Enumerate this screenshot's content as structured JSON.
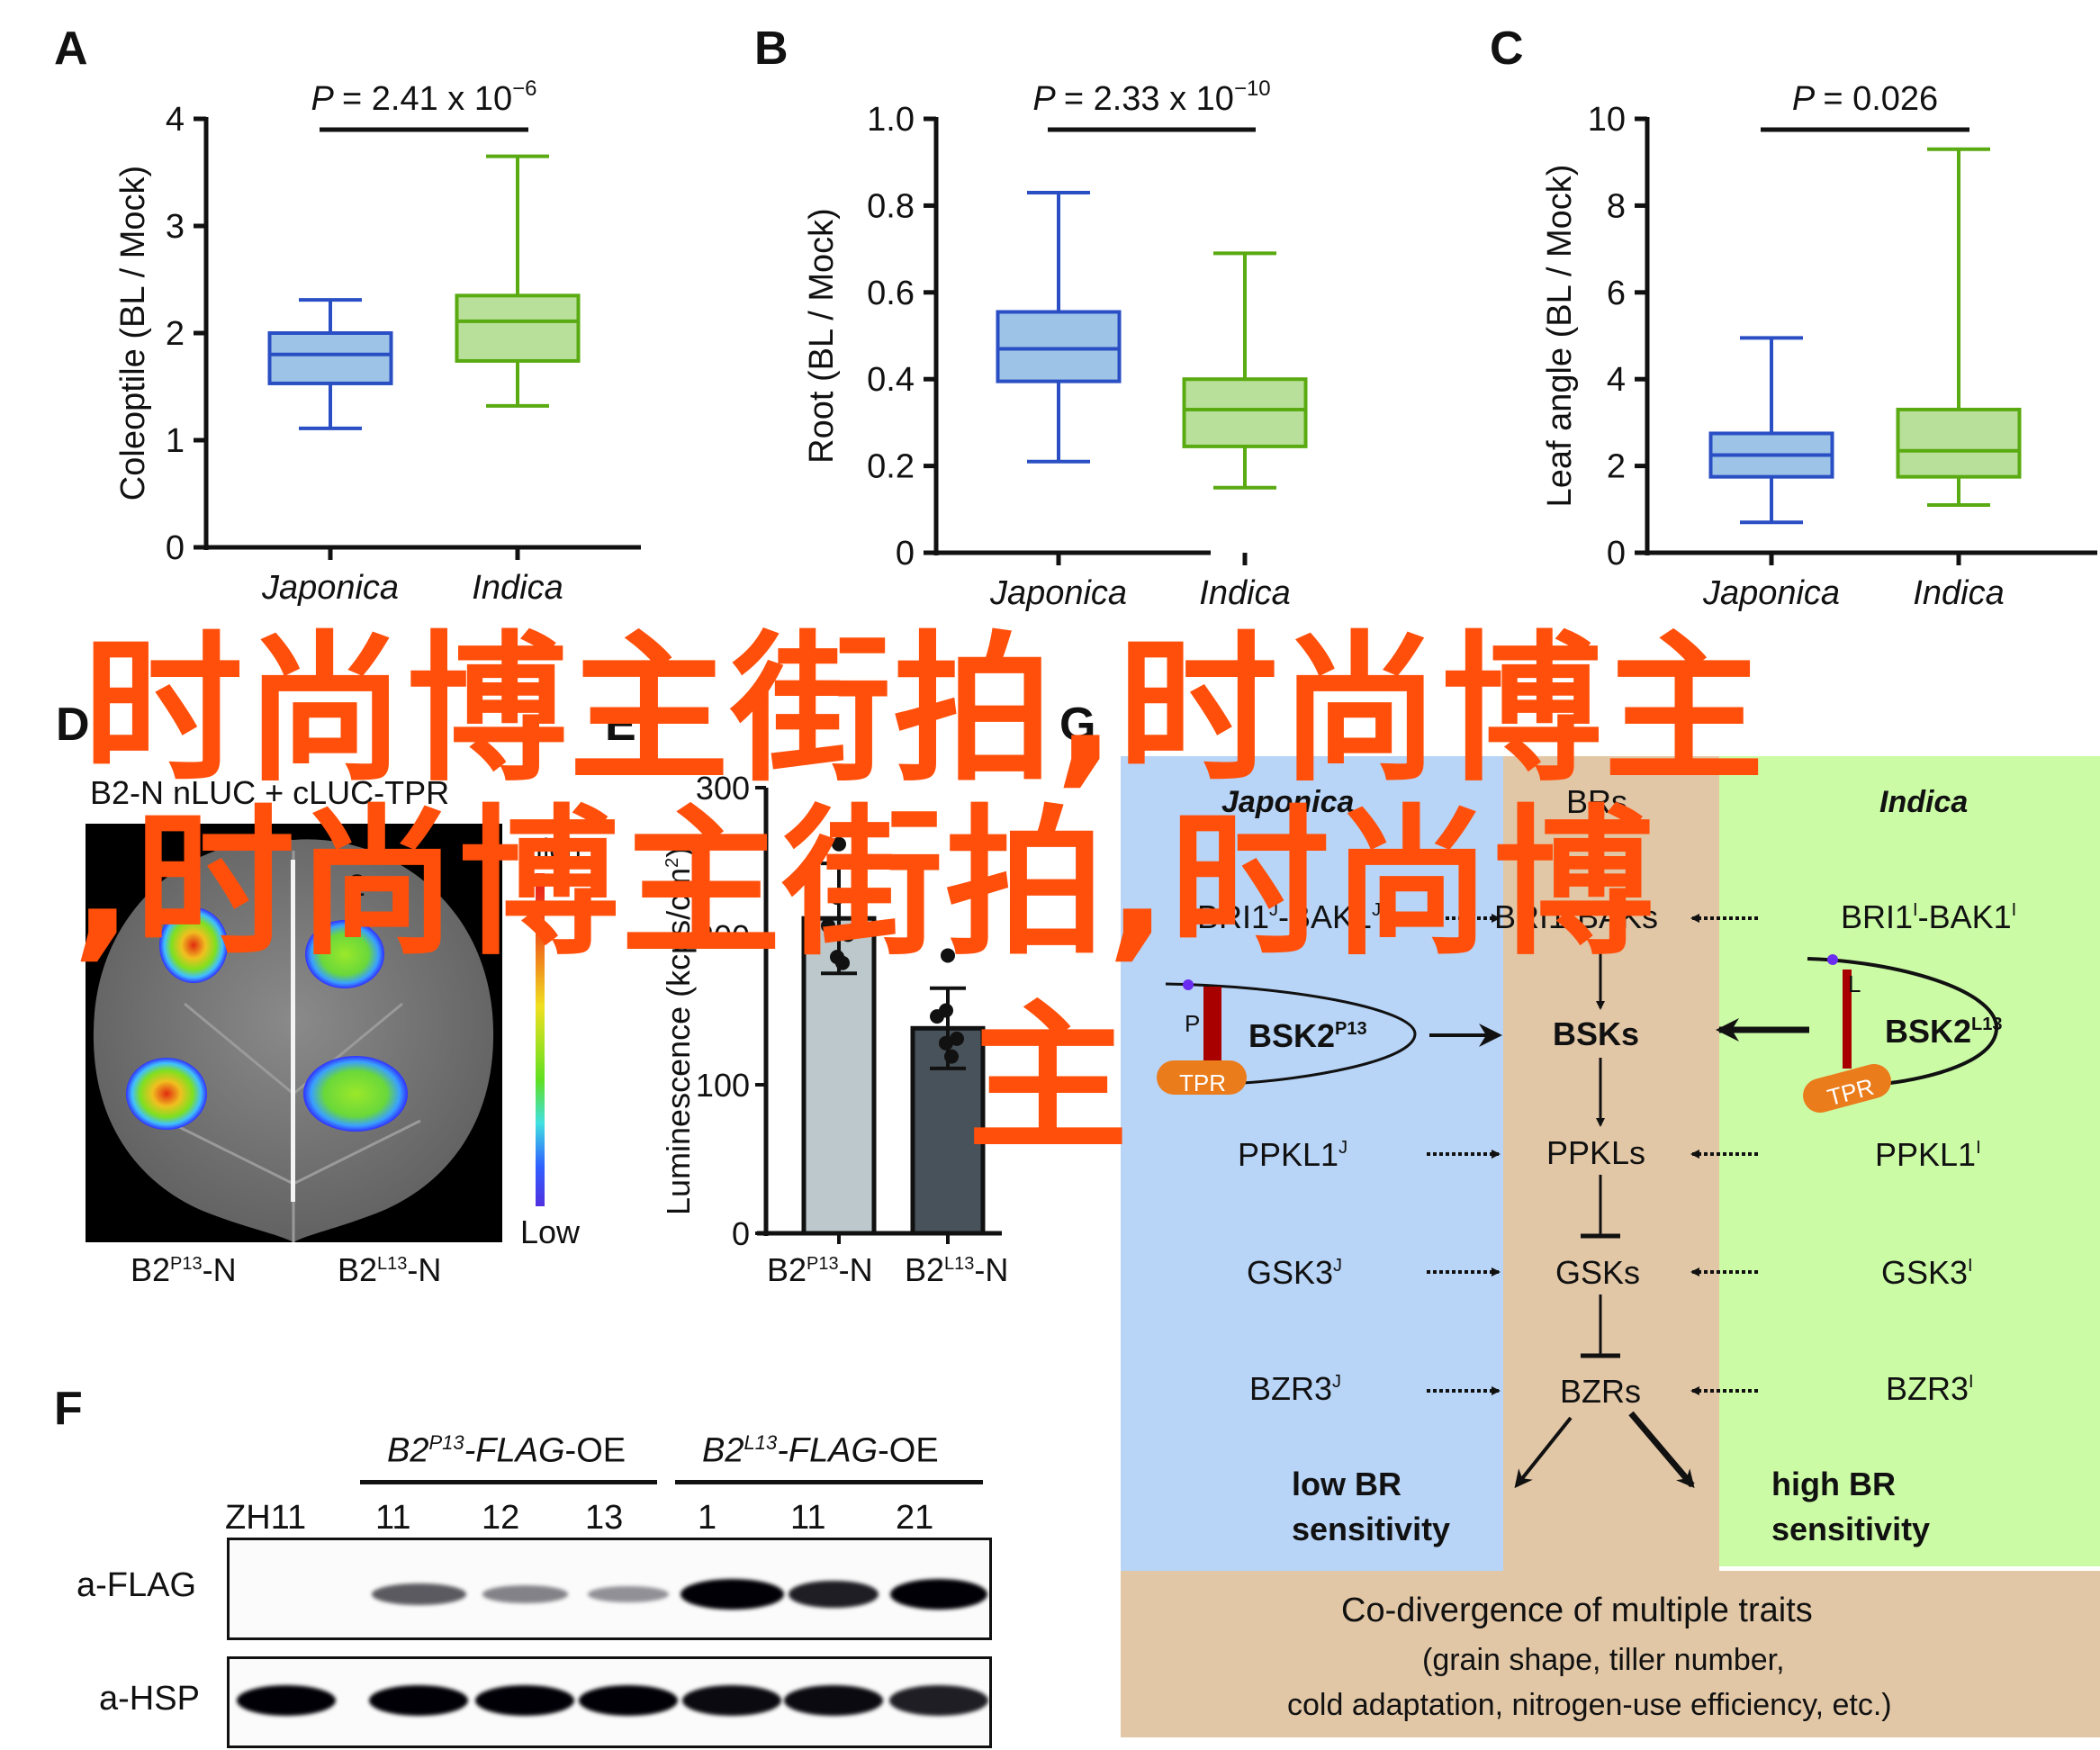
{
  "figure": {
    "panels": {
      "A": {
        "letter": "A"
      },
      "B": {
        "letter": "B"
      },
      "C": {
        "letter": "C"
      },
      "D": {
        "letter": "D"
      },
      "E": {
        "letter": "E"
      },
      "F": {
        "letter": "F"
      },
      "G": {
        "letter": "G"
      }
    }
  },
  "chart_data": [
    {
      "id": "A",
      "type": "box",
      "title": "",
      "annotation": {
        "p_label": "P",
        "p_value": "= 2.41 x 10",
        "p_exp": "−6"
      },
      "ylabel": "Coleoptile (BL / Mock)",
      "xlabel": "",
      "ylim": [
        0,
        4
      ],
      "yticks": [
        0,
        1,
        2,
        3,
        4
      ],
      "ytick_labels": [
        "0",
        "1",
        "2",
        "3",
        "4"
      ],
      "categories": [
        "Japonica",
        "Indica"
      ],
      "series": [
        {
          "name": "Japonica",
          "color": "#2a4fc4",
          "fill": "#9dc3e6",
          "min": 1.11,
          "q1": 1.53,
          "median": 1.8,
          "q3": 2.0,
          "max": 2.31
        },
        {
          "name": "Indica",
          "color": "#5aaa12",
          "fill": "#b9e09a",
          "min": 1.32,
          "q1": 1.74,
          "median": 2.11,
          "q3": 2.35,
          "max": 3.65
        }
      ]
    },
    {
      "id": "B",
      "type": "box",
      "annotation": {
        "p_label": "P",
        "p_value": "= 2.33 x 10",
        "p_exp": "−10"
      },
      "ylabel": "Root (BL / Mock)",
      "ylim": [
        0,
        1.0
      ],
      "yticks": [
        0,
        0.2,
        0.4,
        0.6,
        0.8,
        1.0
      ],
      "ytick_labels": [
        "0",
        "0.2",
        "0.4",
        "0.6",
        "0.8",
        "1.0"
      ],
      "categories": [
        "Japonica",
        "Indica"
      ],
      "series": [
        {
          "name": "Japonica",
          "color": "#2a4fc4",
          "fill": "#9dc3e6",
          "min": 0.21,
          "q1": 0.395,
          "median": 0.47,
          "q3": 0.555,
          "max": 0.83
        },
        {
          "name": "Indica",
          "color": "#5aaa12",
          "fill": "#b9e09a",
          "min": 0.15,
          "q1": 0.245,
          "median": 0.33,
          "q3": 0.4,
          "max": 0.69
        }
      ]
    },
    {
      "id": "C",
      "type": "box",
      "annotation": {
        "p_label": "P",
        "p_value": "= 0.026",
        "p_exp": ""
      },
      "ylabel": "Leaf angle (BL / Mock)",
      "ylim": [
        0,
        10
      ],
      "yticks": [
        0,
        2,
        4,
        6,
        8,
        10
      ],
      "ytick_labels": [
        "0",
        "2",
        "4",
        "6",
        "8",
        "10"
      ],
      "categories": [
        "Japonica",
        "Indica"
      ],
      "series": [
        {
          "name": "Japonica",
          "color": "#2a4fc4",
          "fill": "#9dc3e6",
          "min": 0.7,
          "q1": 1.75,
          "median": 2.25,
          "q3": 2.75,
          "max": 4.95
        },
        {
          "name": "Indica",
          "color": "#5aaa12",
          "fill": "#b9e09a",
          "min": 1.1,
          "q1": 1.75,
          "median": 2.35,
          "q3": 3.3,
          "max": 9.3
        }
      ]
    },
    {
      "id": "E",
      "type": "bar",
      "ylabel": "Luminescence (kcps/cm",
      "ylabel_sup": "2",
      "ylabel_end": ")",
      "ylim": [
        0,
        300
      ],
      "yticks": [
        0,
        100,
        200,
        300
      ],
      "ytick_labels": [
        "0",
        "100",
        "200",
        "300"
      ],
      "categories": [
        {
          "base": "B2",
          "sup": "P13",
          "suffix": "-N"
        },
        {
          "base": "B2",
          "sup": "L13",
          "suffix": "-N"
        }
      ],
      "series": [
        {
          "name": "B2P13-N",
          "value": 212,
          "error": 37,
          "fill": "#bcc8cc",
          "points": [
            262,
            226,
            207,
            201,
            186,
            182
          ]
        },
        {
          "name": "B2L13-N",
          "value": 138,
          "error": 27,
          "fill": "#48525a",
          "points": [
            187,
            150,
            146,
            131,
            128,
            119
          ]
        }
      ]
    }
  ],
  "panel_d": {
    "title": "B2-N nLUC + cLUC-TPR",
    "spot_labels": [
      "1",
      "2"
    ],
    "colorbar_high": "High",
    "colorbar_low": "Low",
    "lane_labels": [
      {
        "base": "B2",
        "sup": "P13",
        "suffix": "-N"
      },
      {
        "base": "B2",
        "sup": "L13",
        "suffix": "-N"
      }
    ]
  },
  "panel_f": {
    "group1": {
      "base": "B2",
      "sup": "P13",
      "suffix": "-FLAG",
      "tail": "-OE"
    },
    "group2": {
      "base": "B2",
      "sup": "L13",
      "suffix": "-FLAG",
      "tail": "-OE"
    },
    "lanes": [
      "ZH11",
      "11",
      "12",
      "13",
      "1",
      "11",
      "21"
    ],
    "rows": [
      {
        "label": "a-FLAG",
        "intensities": [
          0.0,
          0.55,
          0.35,
          0.28,
          1.0,
          0.85,
          1.0
        ]
      },
      {
        "label": "a-HSP",
        "intensities": [
          1.0,
          1.0,
          1.0,
          1.0,
          0.95,
          0.95,
          0.85
        ]
      }
    ]
  },
  "panel_g": {
    "japonica_title": "Japonica",
    "indica_title": "Indica",
    "center": [
      "BRs",
      "BRI1-BAKs",
      "BSKs",
      "PPKLs",
      "GSKs",
      "BZRs"
    ],
    "japonica": {
      "bri": {
        "a": "BRI1",
        "sa": "J",
        "b": "-BAK1",
        "sb": "J"
      },
      "bsk": {
        "base": "BSK2",
        "sup": "P13",
        "residue": "P",
        "tpr": "TPR"
      },
      "ppkl": {
        "base": "PPKL1",
        "sup": "J"
      },
      "gsk": {
        "base": "GSK3",
        "sup": "J"
      },
      "bzr": {
        "base": "BZR3",
        "sup": "J"
      },
      "outcome": [
        "low BR",
        "sensitivity"
      ]
    },
    "indica": {
      "bri": {
        "a": "BRI1",
        "sa": "I",
        "b": "-BAK1",
        "sb": "I"
      },
      "bsk": {
        "base": "BSK2",
        "sup": "L13",
        "residue": "L",
        "tpr": "TPR"
      },
      "ppkl": {
        "base": "PPKL1",
        "sup": "I"
      },
      "gsk": {
        "base": "GSK3",
        "sup": "I"
      },
      "bzr": {
        "base": "BZR3",
        "sup": "I"
      },
      "outcome": [
        "high BR",
        "sensitivity"
      ]
    },
    "footer": {
      "title": "Co-divergence of multiple traits",
      "line1": "(grain shape, tiller number,",
      "line2": "cold adaptation, nitrogen-use efficiency, etc.)"
    },
    "colors": {
      "japonica_bg": "#b8d4f6",
      "center_bg": "#e2c7a6",
      "indica_bg": "#ccfba6",
      "tpr": "#ea7c1c",
      "linker": "#a80000",
      "residue_dot": "#6a2cf0"
    }
  },
  "watermark": {
    "line1": "时尚博主街拍,时尚博主",
    "line2": ",时尚博主街拍,时尚博",
    "line3": "主",
    "color": "#ff4f0a"
  }
}
